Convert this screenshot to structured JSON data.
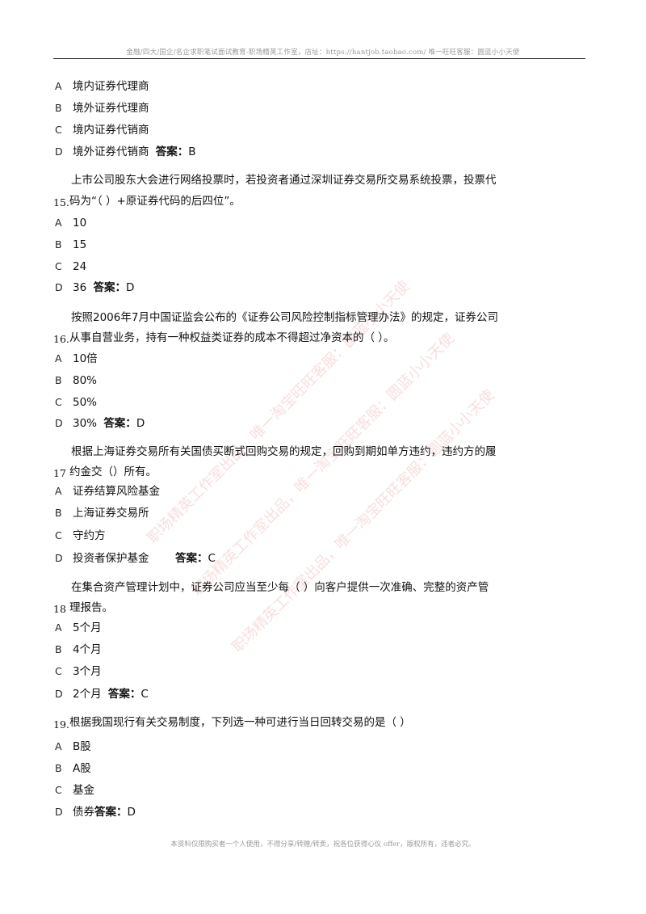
{
  "header": "金融/四大/国企/名企求职笔试面试教育-职场精英工作室，店址：https://hantjob.taobao.com/ 唯一旺旺客服：圆蓝小小天使",
  "footer": "本资料仅限购买者一个人使用，不得分享/转赠/转卖，祝各位获得心仪 offer，版权所有，违者必究。",
  "answer_label": "答案：",
  "watermark": "职场精英工作室出品，唯一淘宝旺旺客服：圆蓝小小天使",
  "block14": {
    "options": [
      {
        "label": "A",
        "text": "境内证券代理商"
      },
      {
        "label": "B",
        "text": "境外证券代理商"
      },
      {
        "label": "C",
        "text": "境内证券代销商"
      },
      {
        "label": "D",
        "text": "境外证券代销商"
      }
    ],
    "answer": "B"
  },
  "questions": [
    {
      "number": "15.",
      "line1": "上市公司股东大会进行网络投票时，若投资者通过深圳证券交易所交易系统投票，投票代",
      "line2": "码为“（ ）+原证券代码的后四位”。",
      "options": [
        {
          "label": "A",
          "text": "10"
        },
        {
          "label": "B",
          "text": "15"
        },
        {
          "label": "C",
          "text": "24"
        },
        {
          "label": "D",
          "text": "36"
        }
      ],
      "answer": "D"
    },
    {
      "number": "16.",
      "line1": "按照2006年7月中国证监会公布的《证券公司风险控制指标管理办法》的规定，证券公司",
      "line2": "从事自营业务，持有一种权益类证券的成本不得超过净资本的（ ）。",
      "options": [
        {
          "label": "A",
          "text": "10倍"
        },
        {
          "label": "B",
          "text": "80%"
        },
        {
          "label": "C",
          "text": "50%"
        },
        {
          "label": "D",
          "text": "30%"
        }
      ],
      "answer": "D"
    },
    {
      "number": "17",
      "line1": "根据上海证券交易所有关国债买断式回购交易的规定，回购到期如单方违约，违约方的履",
      "line2": "约金交（）所有。",
      "options": [
        {
          "label": "A",
          "text": "证券结算风险基金"
        },
        {
          "label": "B",
          "text": "上海证券交易所"
        },
        {
          "label": "C",
          "text": "守约方"
        },
        {
          "label": "D",
          "text": "投资者保护基金"
        }
      ],
      "answer": "C"
    },
    {
      "number": "18",
      "line1": "在集合资产管理计划中，证券公司应当至少每（ ）向客户提供一次准确、完整的资产管",
      "line2": "理报告。",
      "options": [
        {
          "label": "A",
          "text": "5个月"
        },
        {
          "label": "B",
          "text": "4个月"
        },
        {
          "label": "C",
          "text": "3个月"
        },
        {
          "label": "D",
          "text": "2个月"
        }
      ],
      "answer": "C"
    },
    {
      "number": "19.",
      "line1": "根据我国现行有关交易制度，下列选一种可进行当日回转交易的是（ ）",
      "line2": "",
      "options": [
        {
          "label": "A",
          "text": "B股"
        },
        {
          "label": "B",
          "text": "A股"
        },
        {
          "label": "C",
          "text": "基金"
        },
        {
          "label": "D",
          "text": "债券"
        }
      ],
      "answer": "D"
    }
  ]
}
